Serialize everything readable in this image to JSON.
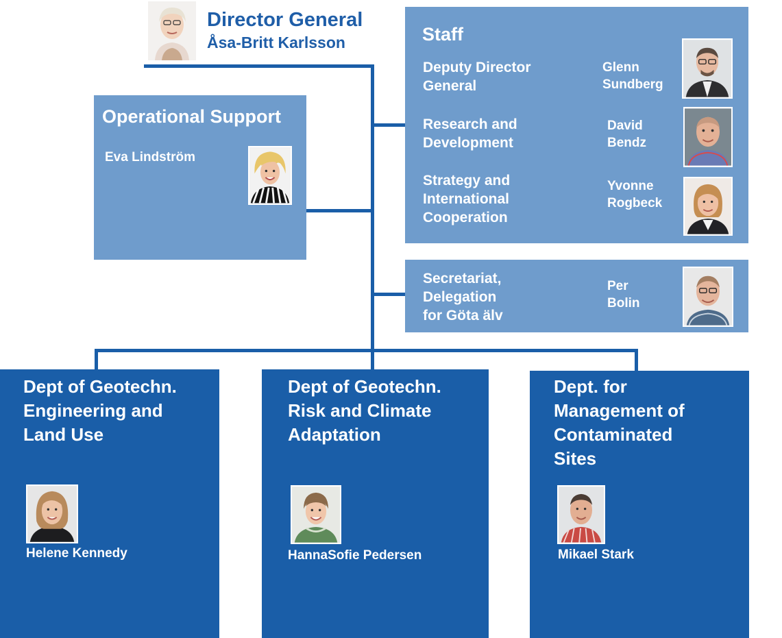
{
  "director": {
    "title": "Director General",
    "name": "Åsa-Britt Karlsson"
  },
  "staff": {
    "heading": "Staff",
    "units": [
      {
        "label": "Deputy Director\nGeneral",
        "person": "Glenn\nSundberg"
      },
      {
        "label": "Research and\nDevelopment",
        "person": "David\nBendz"
      },
      {
        "label": "Strategy and\nInternational\nCooperation",
        "person": "Yvonne\nRogbeck"
      }
    ]
  },
  "secretariat": {
    "label": "Secretariat,\nDelegation\nfor Göta älv",
    "person": "Per\nBolin"
  },
  "operational": {
    "heading": "Operational Support",
    "person": "Eva Lindström"
  },
  "departments": [
    {
      "title": "Dept of Geotechn.\nEngineering and\nLand Use",
      "person": "Helene Kennedy"
    },
    {
      "title": "Dept of Geotechn.\nRisk and Climate\nAdaptation",
      "person": "HannaSofie Pedersen"
    },
    {
      "title": "Dept. for\nManagement of\nContaminated\nSites",
      "person": "Mikael Stark"
    }
  ],
  "colors": {
    "dark_blue": "#1a5ea8",
    "light_blue": "#6f9ccc",
    "title_blue": "#1f5ea8"
  },
  "icons": {
    "portrait": "person-photo"
  }
}
